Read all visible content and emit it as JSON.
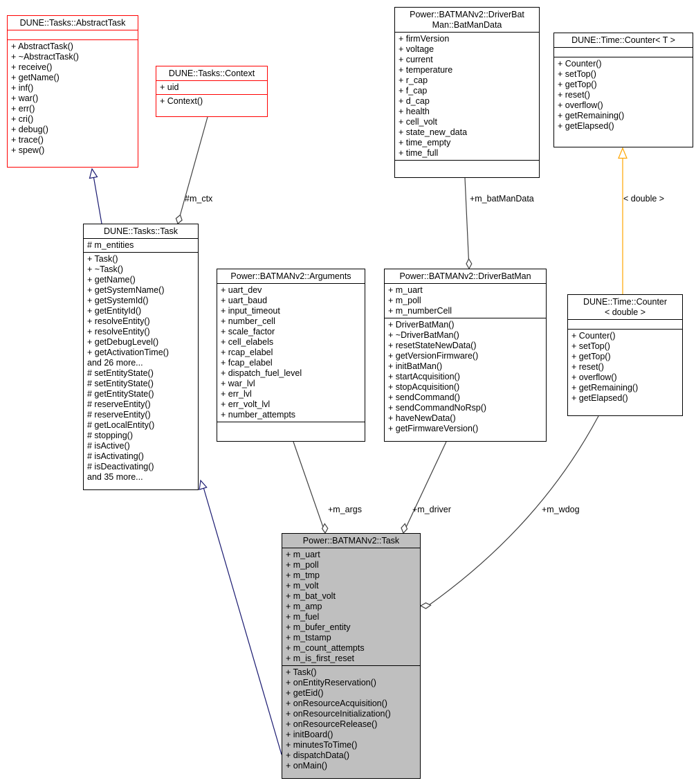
{
  "colors": {
    "highlight_box_fill": "#bfbfbf",
    "external_box_border": "#ff0000",
    "inheritance_edge": "#191970",
    "aggregation_edge": "#404040",
    "template_edge": "#ffa500"
  },
  "classes": {
    "abstract_task": {
      "title": "DUNE::Tasks::AbstractTask",
      "attributes": [],
      "methods": [
        "+ AbstractTask()",
        "+ ~AbstractTask()",
        "+ receive()",
        "+ getName()",
        "+ inf()",
        "+ war()",
        "+ err()",
        "+ cri()",
        "+ debug()",
        "+ trace()",
        "+ spew()"
      ]
    },
    "context": {
      "title": "DUNE::Tasks::Context",
      "attributes": [
        "+ uid"
      ],
      "methods": [
        "+ Context()"
      ]
    },
    "batmandata": {
      "title": "Power::BATMANv2::DriverBat\nMan::BatManData",
      "attributes": [
        "+ firmVersion",
        "+ voltage",
        "+ current",
        "+ temperature",
        "+ r_cap",
        "+ f_cap",
        "+ d_cap",
        "+ health",
        "+ cell_volt",
        "+ state_new_data",
        "+ time_empty",
        "+ time_full"
      ],
      "methods": []
    },
    "counter_t": {
      "title": "DUNE::Time::Counter< T >",
      "attributes": [],
      "methods": [
        "+ Counter()",
        "+ setTop()",
        "+ getTop()",
        "+ reset()",
        "+ overflow()",
        "+ getRemaining()",
        "+ getElapsed()"
      ]
    },
    "tasks_task": {
      "title": "DUNE::Tasks::Task",
      "attributes": [
        "# m_entities"
      ],
      "methods": [
        "+ Task()",
        "+ ~Task()",
        "+ getName()",
        "+ getSystemName()",
        "+ getSystemId()",
        "+ getEntityId()",
        "+ resolveEntity()",
        "+ resolveEntity()",
        "+ getDebugLevel()",
        "+ getActivationTime()",
        "and 26 more...",
        "# setEntityState()",
        "# setEntityState()",
        "# getEntityState()",
        "# reserveEntity()",
        "# reserveEntity()",
        "# getLocalEntity()",
        "# stopping()",
        "# isActive()",
        "# isActivating()",
        "# isDeactivating()",
        "and 35 more..."
      ]
    },
    "arguments": {
      "title": "Power::BATMANv2::Arguments",
      "attributes": [
        "+ uart_dev",
        "+ uart_baud",
        "+ input_timeout",
        "+ number_cell",
        "+ scale_factor",
        "+ cell_elabels",
        "+ rcap_elabel",
        "+ fcap_elabel",
        "+ dispatch_fuel_level",
        "+ war_lvl",
        "+ err_lvl",
        "+ err_volt_lvl",
        "+ number_attempts"
      ],
      "methods": []
    },
    "driverbatman": {
      "title": "Power::BATMANv2::DriverBatMan",
      "attributes": [
        "+ m_uart",
        "+ m_poll",
        "+ m_numberCell"
      ],
      "methods": [
        "+ DriverBatMan()",
        "+ ~DriverBatMan()",
        "+ resetStateNewData()",
        "+ getVersionFirmware()",
        "+ initBatMan()",
        "+ startAcquisition()",
        "+ stopAcquisition()",
        "+ sendCommand()",
        "+ sendCommandNoRsp()",
        "+ haveNewData()",
        "+ getFirmwareVersion()"
      ],
      "_comment": ""
    },
    "counter_double": {
      "title": "DUNE::Time::Counter\n< double >",
      "attributes": [],
      "methods": [
        "+ Counter()",
        "+ setTop()",
        "+ getTop()",
        "+ reset()",
        "+ overflow()",
        "+ getRemaining()",
        "+ getElapsed()"
      ]
    },
    "batman_task": {
      "title": "Power::BATMANv2::Task",
      "attributes": [
        "+ m_uart",
        "+ m_poll",
        "+ m_tmp",
        "+ m_volt",
        "+ m_bat_volt",
        "+ m_amp",
        "+ m_fuel",
        "+ m_bufer_entity",
        "+ m_tstamp",
        "+ m_count_attempts",
        "+ m_is_first_reset"
      ],
      "methods": [
        "+ Task()",
        "+ onEntityReservation()",
        "+ getEid()",
        "+ onResourceAcquisition()",
        "+ onResourceInitialization()",
        "+ onResourceRelease()",
        "+ initBoard()",
        "+ minutesToTime()",
        "+ dispatchData()",
        "+ onMain()"
      ]
    }
  },
  "edge_labels": {
    "m_ctx": "#m_ctx",
    "m_batmandata": "+m_batManData",
    "template_param": "< double >",
    "m_args": "+m_args",
    "m_driver": "+m_driver",
    "m_wdog": "+m_wdog"
  }
}
